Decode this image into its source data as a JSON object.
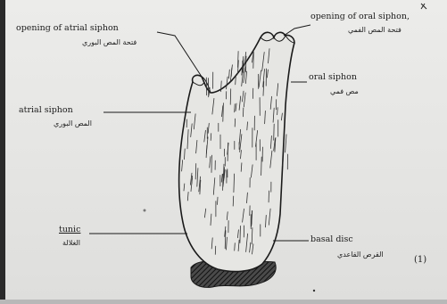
{
  "labels": {
    "atrial_opening": "opening of atrial siphon",
    "atrial_opening_ar": "فتحة المص البوري",
    "oral_opening": "opening of oral siphon,",
    "oral_opening_ar": "فتحة المص الفمي",
    "oral_siphon": "oral siphon",
    "oral_siphon_ar": "مص فمي",
    "atrial_siphon": "atrial siphon",
    "atrial_siphon_ar": "المص البوري",
    "tunic": "tunic",
    "tunic_ar": "الغلالة",
    "basal_disc": "basal disc",
    "basal_disc_ar": "القرص القاعدي"
  },
  "figure_number": "(1)",
  "colors": {
    "ink": "#1c1c1c",
    "paper": "#e8e8e6",
    "basal_hatch": "#2b2b2b"
  }
}
